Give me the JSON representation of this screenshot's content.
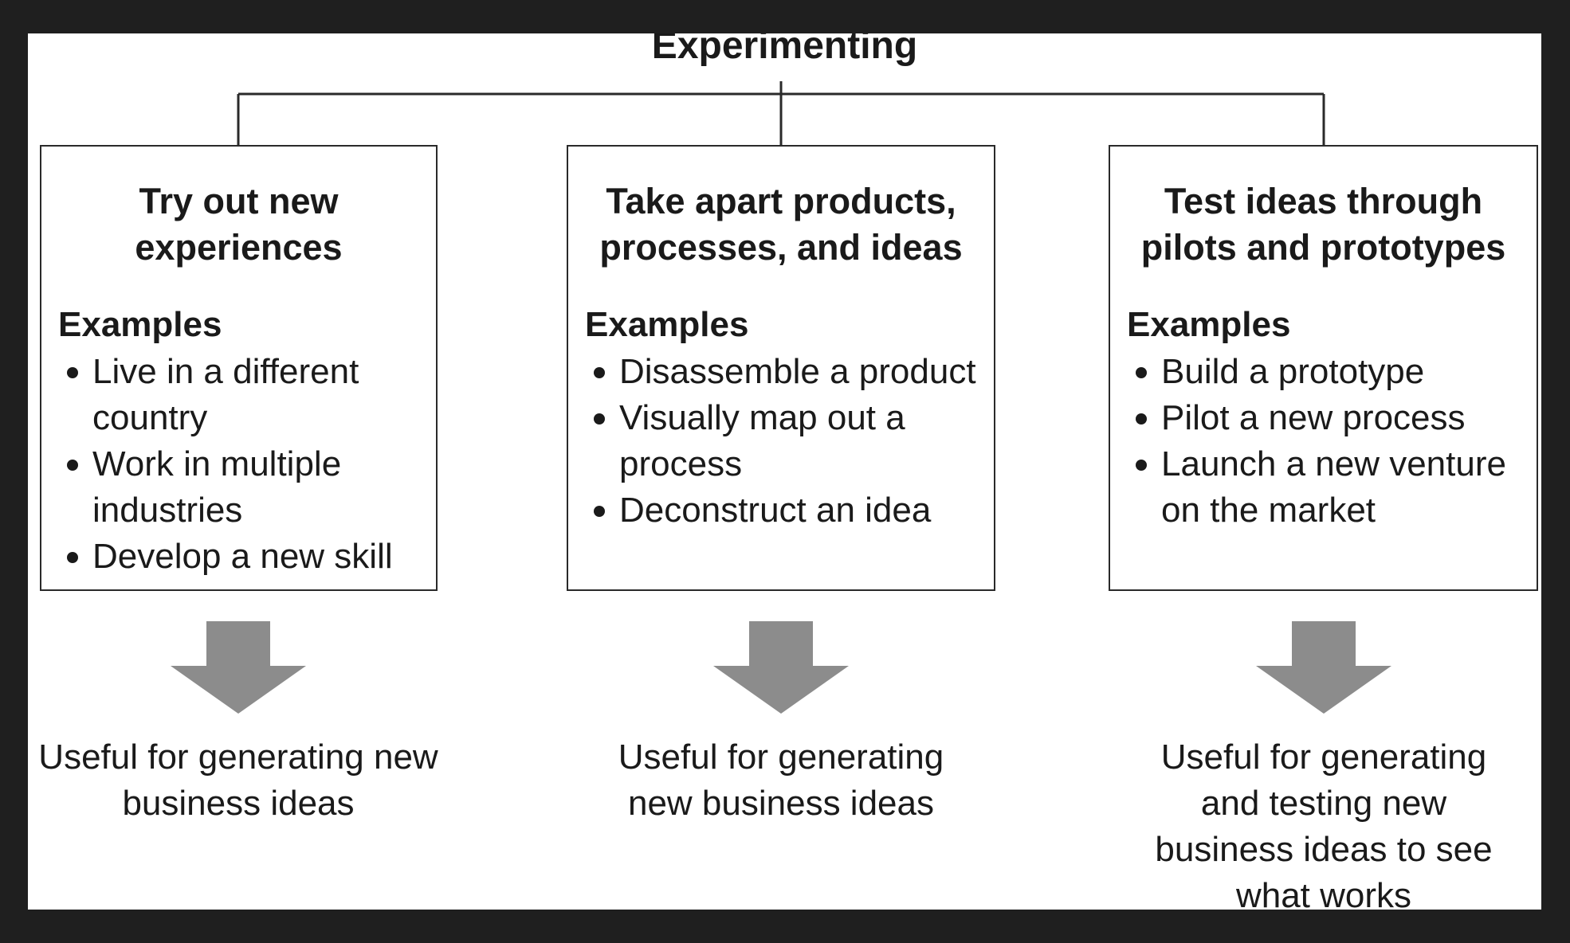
{
  "diagram": {
    "title": "Experimenting",
    "columns": [
      {
        "heading_lines": [
          "Try out new",
          "experiences"
        ],
        "examples_label": "Examples",
        "examples": [
          "Live in a different country",
          "Work in multiple industries",
          "Develop a new skill"
        ],
        "outcome": "Useful for generating new business ideas"
      },
      {
        "heading_lines": [
          "Take apart products,",
          "processes, and ideas"
        ],
        "examples_label": "Examples",
        "examples": [
          "Disassemble a product",
          "Visually map out a process",
          "Deconstruct an idea"
        ],
        "outcome": "Useful for generating new business ideas"
      },
      {
        "heading_lines": [
          "Test ideas through",
          "pilots and prototypes"
        ],
        "examples_label": "Examples",
        "examples": [
          "Build a prototype",
          "Pilot a new process",
          "Launch a new venture on the market"
        ],
        "outcome": "Useful for generating and testing new business ideas to see what works"
      }
    ],
    "colors": {
      "frame": "#1f1f1f",
      "background": "#ffffff",
      "border": "#2a2a2a",
      "arrow": "#8c8c8c",
      "text": "#1a1a1a"
    }
  }
}
